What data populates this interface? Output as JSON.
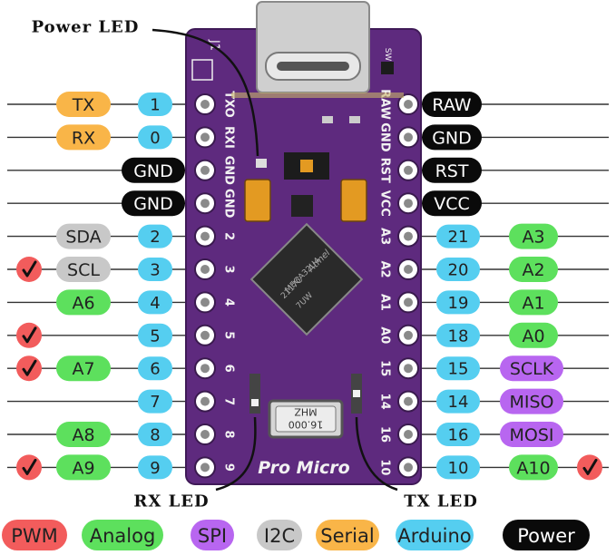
{
  "callouts": {
    "power_led": "Power LED",
    "rx_led": "RX LED",
    "tx_led": "TX LED"
  },
  "board": {
    "label": "Pro Micro",
    "crystal_text": "16.000 MHZ",
    "chip_brand": "Atmel",
    "chip_model": "MEGA32U4",
    "chip_code": "2117C",
    "chip_lot": "7UW",
    "smd_marking": "SW",
    "silk_j1": "J1",
    "silk_left": [
      "TXO",
      "RXI",
      "GND",
      "GND",
      "2",
      "3",
      "4",
      "5",
      "6",
      "7",
      "8",
      "9"
    ],
    "silk_right": [
      "RAW",
      "GND",
      "RST",
      "VCC",
      "A3",
      "A2",
      "A1",
      "A0",
      "15",
      "14",
      "16",
      "10"
    ]
  },
  "left_pins": [
    {
      "pin": "1",
      "label": "TX",
      "label_kind": "serial",
      "pwm": false
    },
    {
      "pin": "0",
      "label": "RX",
      "label_kind": "serial",
      "pwm": false
    },
    {
      "pin": "",
      "label": "GND",
      "label_kind": "power",
      "pwm": false
    },
    {
      "pin": "",
      "label": "GND",
      "label_kind": "power",
      "pwm": false
    },
    {
      "pin": "2",
      "label": "SDA",
      "label_kind": "i2c",
      "pwm": false
    },
    {
      "pin": "3",
      "label": "SCL",
      "label_kind": "i2c",
      "pwm": true
    },
    {
      "pin": "4",
      "label": "A6",
      "label_kind": "analog",
      "pwm": false
    },
    {
      "pin": "5",
      "label": "",
      "label_kind": "",
      "pwm": true
    },
    {
      "pin": "6",
      "label": "A7",
      "label_kind": "analog",
      "pwm": true
    },
    {
      "pin": "7",
      "label": "",
      "label_kind": "",
      "pwm": false
    },
    {
      "pin": "8",
      "label": "A8",
      "label_kind": "analog",
      "pwm": false
    },
    {
      "pin": "9",
      "label": "A9",
      "label_kind": "analog",
      "pwm": true
    }
  ],
  "right_pins": [
    {
      "pin": "",
      "label": "RAW",
      "label_kind": "power",
      "pwm": false
    },
    {
      "pin": "",
      "label": "GND",
      "label_kind": "power",
      "pwm": false
    },
    {
      "pin": "",
      "label": "RST",
      "label_kind": "power",
      "pwm": false
    },
    {
      "pin": "",
      "label": "VCC",
      "label_kind": "power",
      "pwm": false
    },
    {
      "pin": "21",
      "label": "A3",
      "label_kind": "analog",
      "pwm": false
    },
    {
      "pin": "20",
      "label": "A2",
      "label_kind": "analog",
      "pwm": false
    },
    {
      "pin": "19",
      "label": "A1",
      "label_kind": "analog",
      "pwm": false
    },
    {
      "pin": "18",
      "label": "A0",
      "label_kind": "analog",
      "pwm": false
    },
    {
      "pin": "15",
      "label": "SCLK",
      "label_kind": "spi",
      "pwm": false
    },
    {
      "pin": "14",
      "label": "MISO",
      "label_kind": "spi",
      "pwm": false
    },
    {
      "pin": "16",
      "label": "MOSI",
      "label_kind": "spi",
      "pwm": false
    },
    {
      "pin": "10",
      "label": "A10",
      "label_kind": "analog",
      "pwm": true
    }
  ],
  "legend": [
    {
      "label": "PWM",
      "kind": "pwm"
    },
    {
      "label": "Analog",
      "kind": "analog"
    },
    {
      "label": "SPI",
      "kind": "spi"
    },
    {
      "label": "I2C",
      "kind": "i2c"
    },
    {
      "label": "Serial",
      "kind": "serial"
    },
    {
      "label": "Arduino",
      "kind": "arduino"
    },
    {
      "label": "Power",
      "kind": "power"
    }
  ],
  "pwm_mark": "✓",
  "colors": {
    "pwm": "#f25c5c",
    "analog": "#5de05d",
    "spi": "#b866f0",
    "i2c": "#c8c8c8",
    "serial": "#f9b548",
    "arduino": "#55cef0",
    "power": "#0a0a0a",
    "pcb": "#5e2a7e",
    "pcb_edge": "#3f1a57"
  }
}
